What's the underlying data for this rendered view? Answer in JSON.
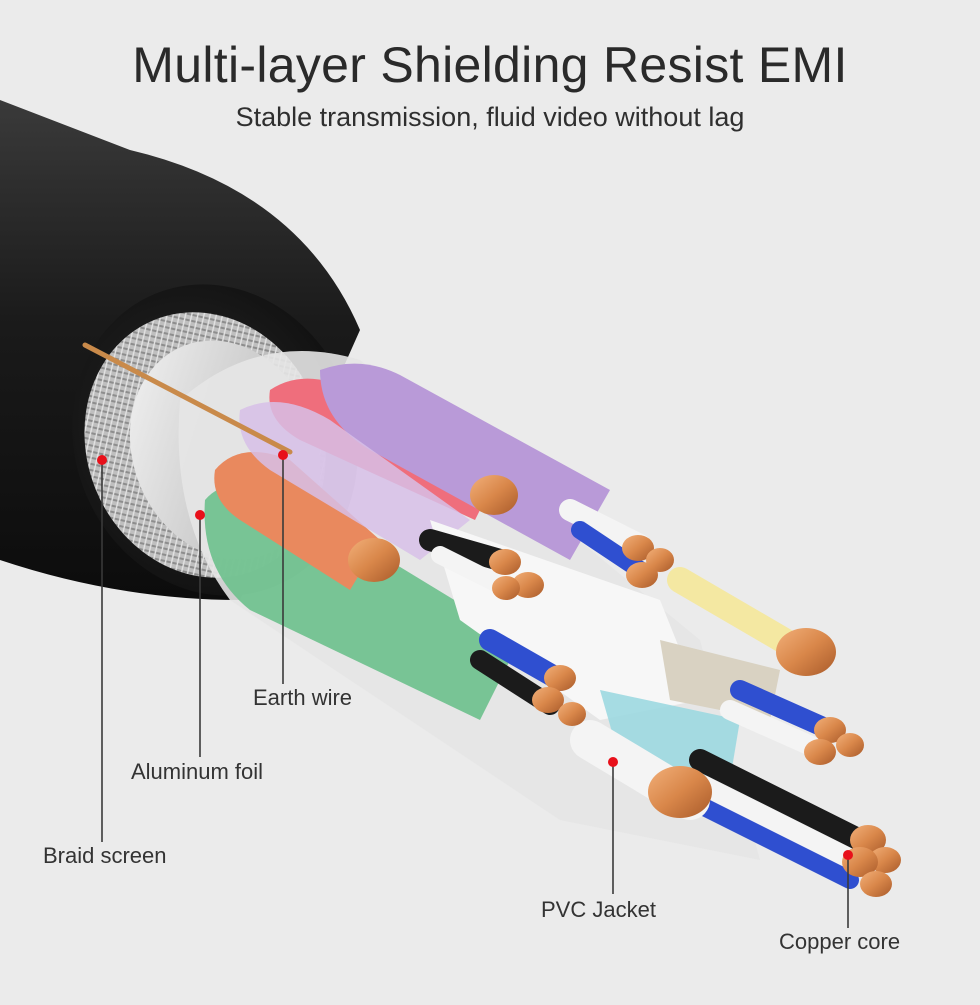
{
  "header": {
    "title": "Multi-layer Shielding Resist EMI",
    "subtitle": "Stable transmission, fluid video without lag"
  },
  "callouts": {
    "earth_wire": "Earth wire",
    "aluminum_foil": "Aluminum foil",
    "braid_screen": "Braid screen",
    "pvc_jacket": "PVC Jacket",
    "copper_core": "Copper core"
  },
  "colors": {
    "background": "#ebebeb",
    "outer_jacket": "#1e1e1e",
    "copper": "#d9874a",
    "marker": "#e8101a",
    "pair_purple": "#b99ad8",
    "pair_red": "#ef6e7c",
    "pair_orange": "#e9895e",
    "pair_green": "#6cc08c",
    "wire_blue": "#2f4fd0",
    "wire_yellow": "#f4e8a2",
    "wire_white": "#f4f4f4",
    "wire_black": "#1b1b1b"
  }
}
